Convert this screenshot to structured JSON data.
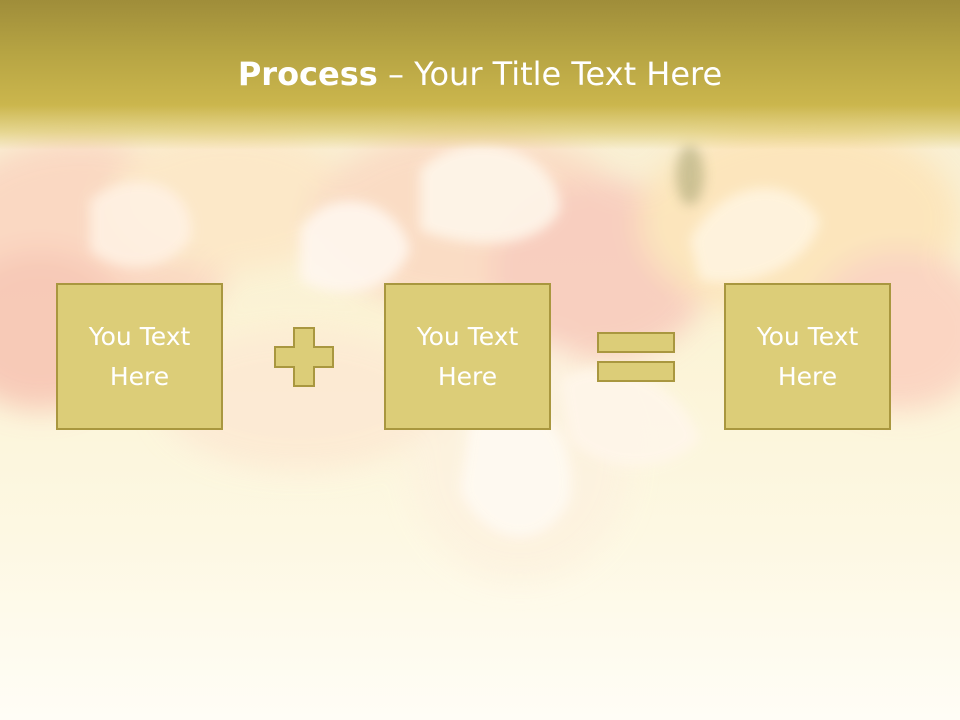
{
  "slide": {
    "title_bold": "Process",
    "title_rest": " – Your Title Text Here"
  },
  "process": {
    "boxes": [
      {
        "text": "You Text\nHere"
      },
      {
        "text": "You Text\nHere"
      },
      {
        "text": "You Text\nHere"
      }
    ],
    "operators": [
      "plus-icon",
      "equals-icon"
    ]
  },
  "colors": {
    "title_band": "#b6a443",
    "box_fill": "#dccd78",
    "box_border": "#a9973f",
    "text": "#ffffff"
  }
}
